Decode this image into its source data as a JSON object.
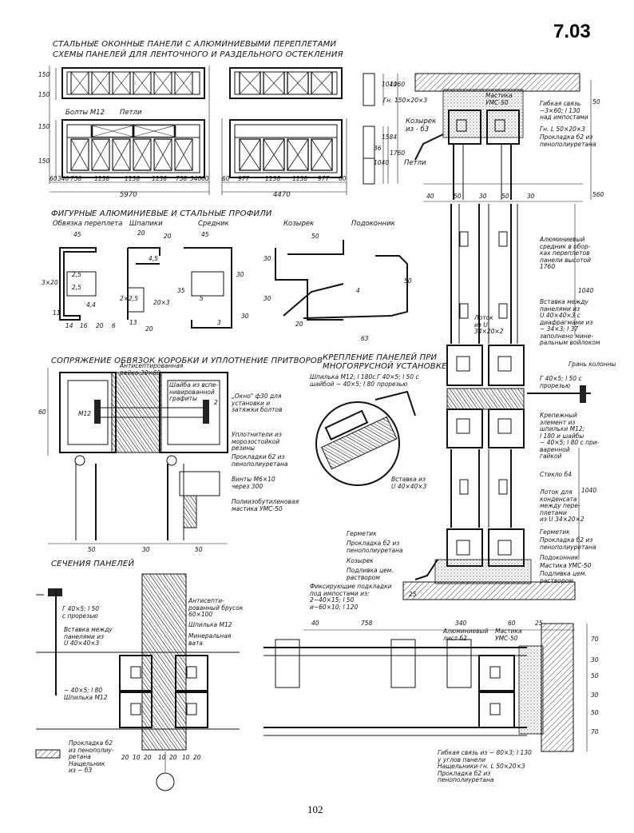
{
  "sheet_number": "7.03",
  "page_number": "102",
  "title": {
    "line1": "СТАЛЬНЫЕ ОКОННЫЕ ПАНЕЛИ С АЛЮМИНИЕВЫМИ ПЕРЕПЛЕТАМИ",
    "line2": "СХЕМЫ ПАНЕЛЕЙ ДЛЯ ЛЕНТОЧНОГО И РАЗДЕЛЬНОГО ОСТЕКЛЕНИЯ"
  },
  "schemes": {
    "labels": {
      "bolts": "Болты М12",
      "hinges": "Петли",
      "visor": "Козырек\nиз - б3",
      "hinges2": "Петли"
    },
    "dims_left": [
      "60",
      "340",
      "758",
      "1138",
      "1138",
      "1138",
      "758",
      "340",
      "60"
    ],
    "total_left": "5970",
    "dims_right": [
      "60",
      "977",
      "1138",
      "1138",
      "977",
      "60"
    ],
    "total_right": "4470",
    "heights": [
      "150",
      "150",
      "150",
      "150"
    ],
    "side_dims": [
      "1040",
      "1160",
      "1584",
      "1040",
      "36",
      "1760"
    ]
  },
  "top_right": {
    "labels": {
      "gn": "Гн. 150×20×3",
      "mastic": "Мастика\nУМС-50",
      "flex_link": "Гибкая связь\n−3×60; l 130\nнад импостами",
      "gn2": "Гн. L 50×20×3",
      "gasket": "Прокладка б2 из\nпенополиуретана"
    },
    "dims": [
      "40",
      "50",
      "30",
      "50",
      "30",
      "560",
      "50"
    ]
  },
  "profiles": {
    "header": "ФИГУРНЫЕ АЛЮМИНИЕВЫЕ И СТАЛЬНЫЕ ПРОФИЛИ",
    "names": [
      "Обвязка переплета",
      "Шпапики",
      "Средник",
      "Козырек",
      "Подоконник"
    ],
    "dims": [
      "45",
      "20",
      "20",
      "45",
      "50",
      "3×20",
      "2,5",
      "2,5",
      "4,5",
      "2×2,5",
      "20×3",
      "35",
      "30",
      "11",
      "14",
      "20",
      "16",
      "6",
      "5",
      "3",
      "30",
      "30",
      "20",
      "30",
      "63",
      "50",
      "4",
      "4,4",
      "13",
      "20"
    ]
  },
  "joint": {
    "header": "СОПРЯЖЕНИЕ ОБВЯЗОК КОРОБКИ И УПЛОТНЕНИЕ ПРИТВОРОВ",
    "labels": {
      "antiseptic": "Антисептированная\nрейка 30×60",
      "washer": "Шайба из вспе-\nнивированной\nграфиты",
      "m12": "М12",
      "window": "„Окно\" ф30 для\nустановки и\nзатяжки болтов",
      "seal": "Уплотнители из\nморозостойкой\nрезины",
      "gasket": "Прокладки б2 из\nпенополиуретана",
      "screws": "Винты М6×10\nчерез 300",
      "mastic": "Полиизобутиленовая\nмастика УМС-50"
    },
    "dims": [
      "60",
      "2",
      "50",
      "30",
      "50"
    ]
  },
  "mounting": {
    "header": "КРЕПЛЕНИЕ ПАНЕЛЕЙ ПРИ\nМНОГОЯРУСНОЙ УСТАНОВКЕ",
    "labels": {
      "pin": "Шпилька М12; l 180с\nшайбой − 40×5; l 80",
      "angle": "Г 40×5; l 50 с\nпрорезью",
      "insert": "Вставка из\nU 40×40×3"
    }
  },
  "section_right": {
    "labels": {
      "mullion": "Алюминиевый\nсредник в обор-\nках переплетов\nпанели высотой\n1760",
      "insert": "Вставка между\nпанелями из\nU 40×40×3 с\nдиафрагмами из\n− 34×3; l 37\nзаполнено мине-\nральным войлоком",
      "tray": "Лоток\nиз U\n34×20×2",
      "column": "Грань колонны",
      "angle": "Г 40×5; l 50 с\nпрорезью",
      "fastener": "Крепежный\nэлемент из\nшпильки М12;\nl 180 и шайбы\n− 40×5; l 80 с при-\nваренной\nгайкой",
      "glass": "Стекло б4",
      "condensate": "Лоток для\nконденсата\nмежду пере-\nплетами\nиз U 34×20×2",
      "sealant": "Герметик",
      "gasket_l": "Прокладка б2 из\nпенополиуретана",
      "visor": "Козырек",
      "mortar": "Подливка цем.\nраствором",
      "shims": "Фиксирующие подкладки\nпод импостами из:\n2−40×15; l 50\nи−60×10; l 120",
      "sealant_r": "Герметик",
      "gasket_r": "Прокладка б2 из\nпенополиуретана",
      "sill": "Подоконник",
      "mastic": "Мастика УМС-50",
      "mortar_r": "Подливка цем.\nраствором"
    },
    "dims": [
      "1040",
      "1040",
      "25"
    ]
  },
  "sections": {
    "header": "СЕЧЕНИЯ ПАНЕЛЕЙ",
    "labels": {
      "angle": "Г 40×5; l 50\nс прорезью",
      "antiseptic": "Антисепти-\nрованный брусок\n60×100",
      "pin": "Шпилька М12",
      "wool": "Минеральная\nвата",
      "insert": "Вставка между\nпанелями из\nU 40×40×3",
      "washer": "− 40×5; l 80\nШпилька М12",
      "gasket": "Прокладка б2\nиз пенополиу-\nретана\nНащельник\nиз − б3"
    },
    "dims": [
      "20",
      "10",
      "20",
      "10",
      "20",
      "10",
      "20"
    ]
  },
  "bottom_right": {
    "dims": [
      "40",
      "758",
      "340",
      "60",
      "25",
      "70",
      "30",
      "50",
      "30",
      "50",
      "70"
    ],
    "labels": {
      "sheet": "Алюминиевый\nлист б2",
      "mastic": "Мастика\nУМС-50",
      "flex": "Гибкая связь из − 80×3; l 130\nу углов панели\nНащельники-гн. L 50×20×3\nПрокладка б2 из\nпенополиуретана"
    }
  }
}
